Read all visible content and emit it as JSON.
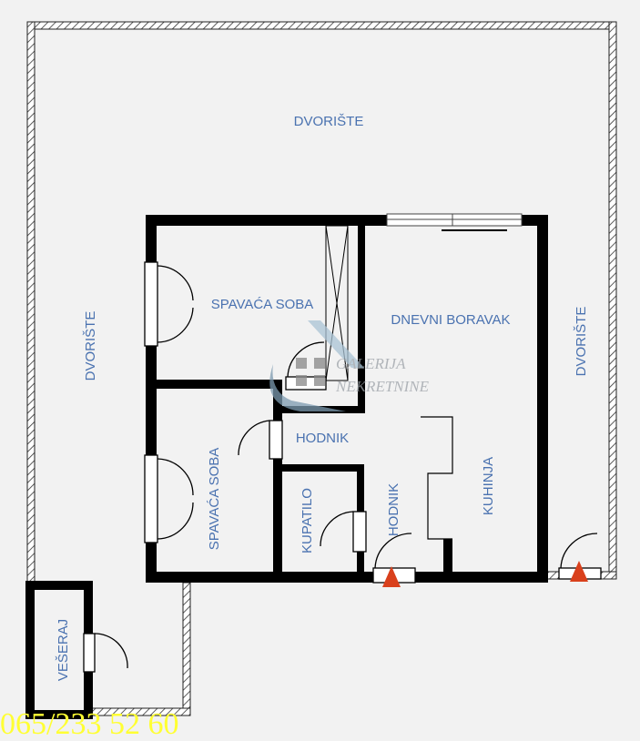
{
  "rooms": {
    "yard_top": "DVORIŠTE",
    "yard_left": "DVORIŠTE",
    "yard_right": "DVORIŠTE",
    "bedroom_1": "SPAVAĆA SOBA",
    "bedroom_2": "SPAVAĆA SOBA",
    "living_room": "DNEVNI BORAVAK",
    "hall_1": "HODNIK",
    "hall_2": "HODNIK",
    "bathroom": "KUPATILO",
    "kitchen": "KUHINJA",
    "laundry": "VEŠERAJ"
  },
  "watermark": {
    "line1": "GALERIJA",
    "line2": "NEKRETNINE"
  },
  "phone": "065/233 52 60",
  "colors": {
    "label": "#4a72b0",
    "wall": "#000000",
    "entrance": "#d9401c",
    "phone": "#ffff33",
    "background": "#f2f2f2"
  }
}
